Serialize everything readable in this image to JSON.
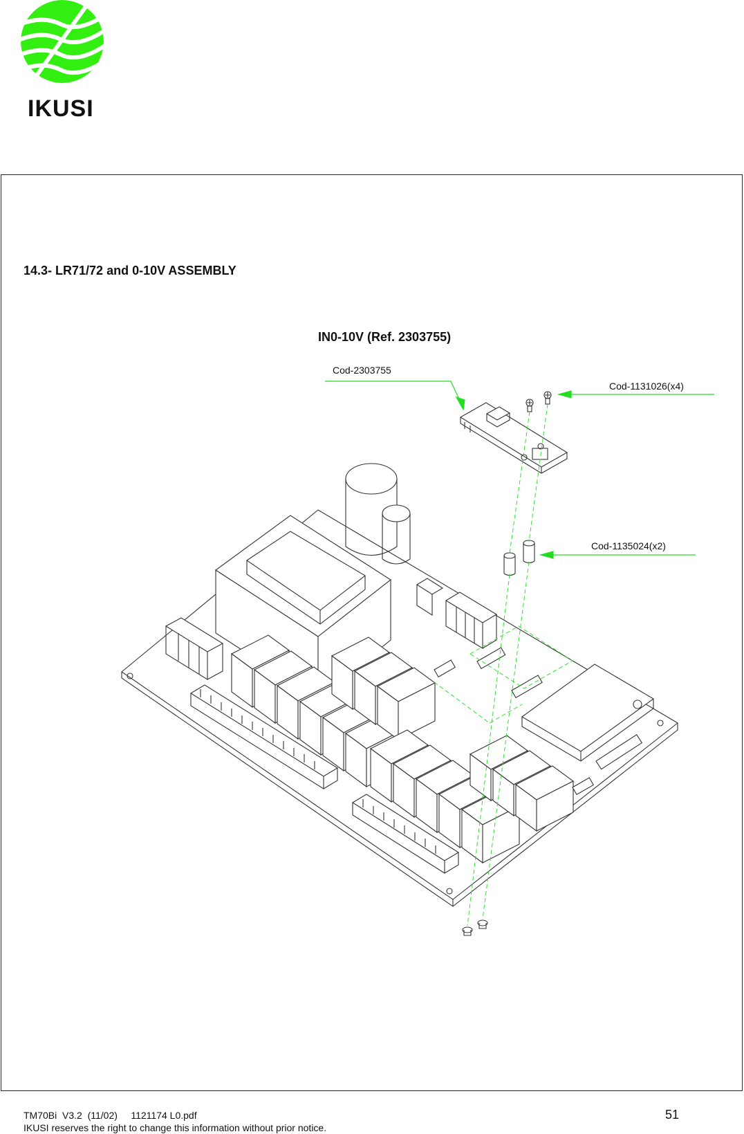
{
  "header": {
    "logo_text": "IKUSI",
    "logo_color": "#33ee11"
  },
  "section": {
    "title": "14.3- LR71/72 and 0-10V ASSEMBLY"
  },
  "figure": {
    "title": "IN0-10V (Ref. 2303755)",
    "callouts": {
      "board_code": "Cod-2303755",
      "screw_code": "Cod-1131026(x4)",
      "spacer_code": "Cod-1135024(x2)"
    },
    "callout_color": "#22dd22",
    "line_color": "#333333"
  },
  "footer": {
    "doc_info": "TM70Bi  V3.2  (11/02)     1121174 L0.pdf",
    "notice": "IKUSI  reserves the right to change this information without  prior notice.",
    "page_number": "51"
  }
}
